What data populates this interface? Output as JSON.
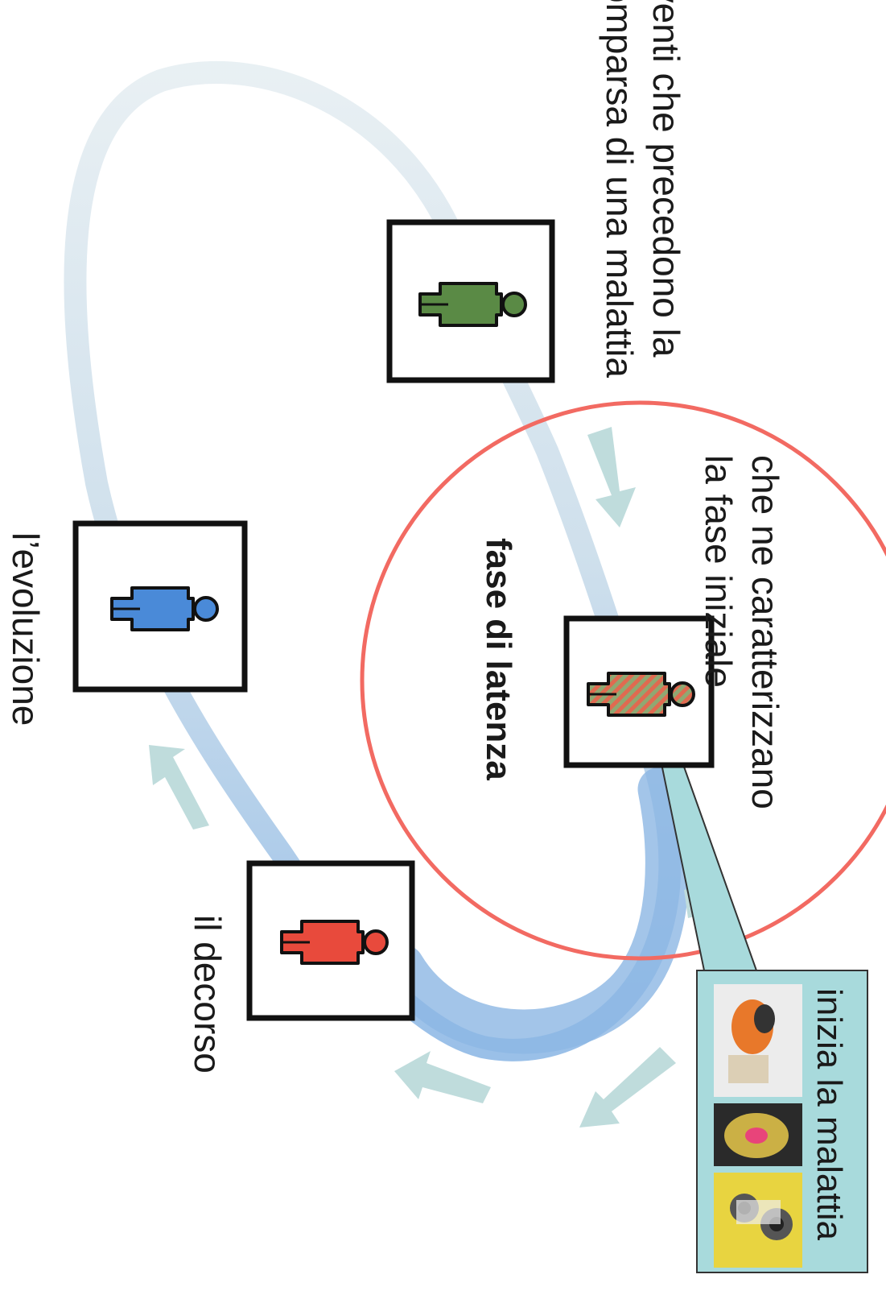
{
  "labels": {
    "eventi": "eventi che precedono la\ncomparsa di una malattia",
    "caratterizzano": "che ne caratterizzano\nla fase iniziale",
    "latenza": "fase di latenza",
    "evoluzione": "l’evoluzione",
    "decorso": "il decorso",
    "inizia": "inizia la malattia"
  },
  "stages": [
    {
      "id": "healthy",
      "color": "#5a8a45"
    },
    {
      "id": "latent",
      "color": "#e06a50",
      "pattern": "stripes",
      "alt_color": "#8fa872"
    },
    {
      "id": "course",
      "color": "#e84a3c"
    },
    {
      "id": "evolution",
      "color": "#4a8ad8"
    }
  ],
  "colors": {
    "cycle": "#9fc4e6",
    "arrow": "#bfdcdc",
    "circle": "#f26a62",
    "callout": "#a8dadc"
  }
}
